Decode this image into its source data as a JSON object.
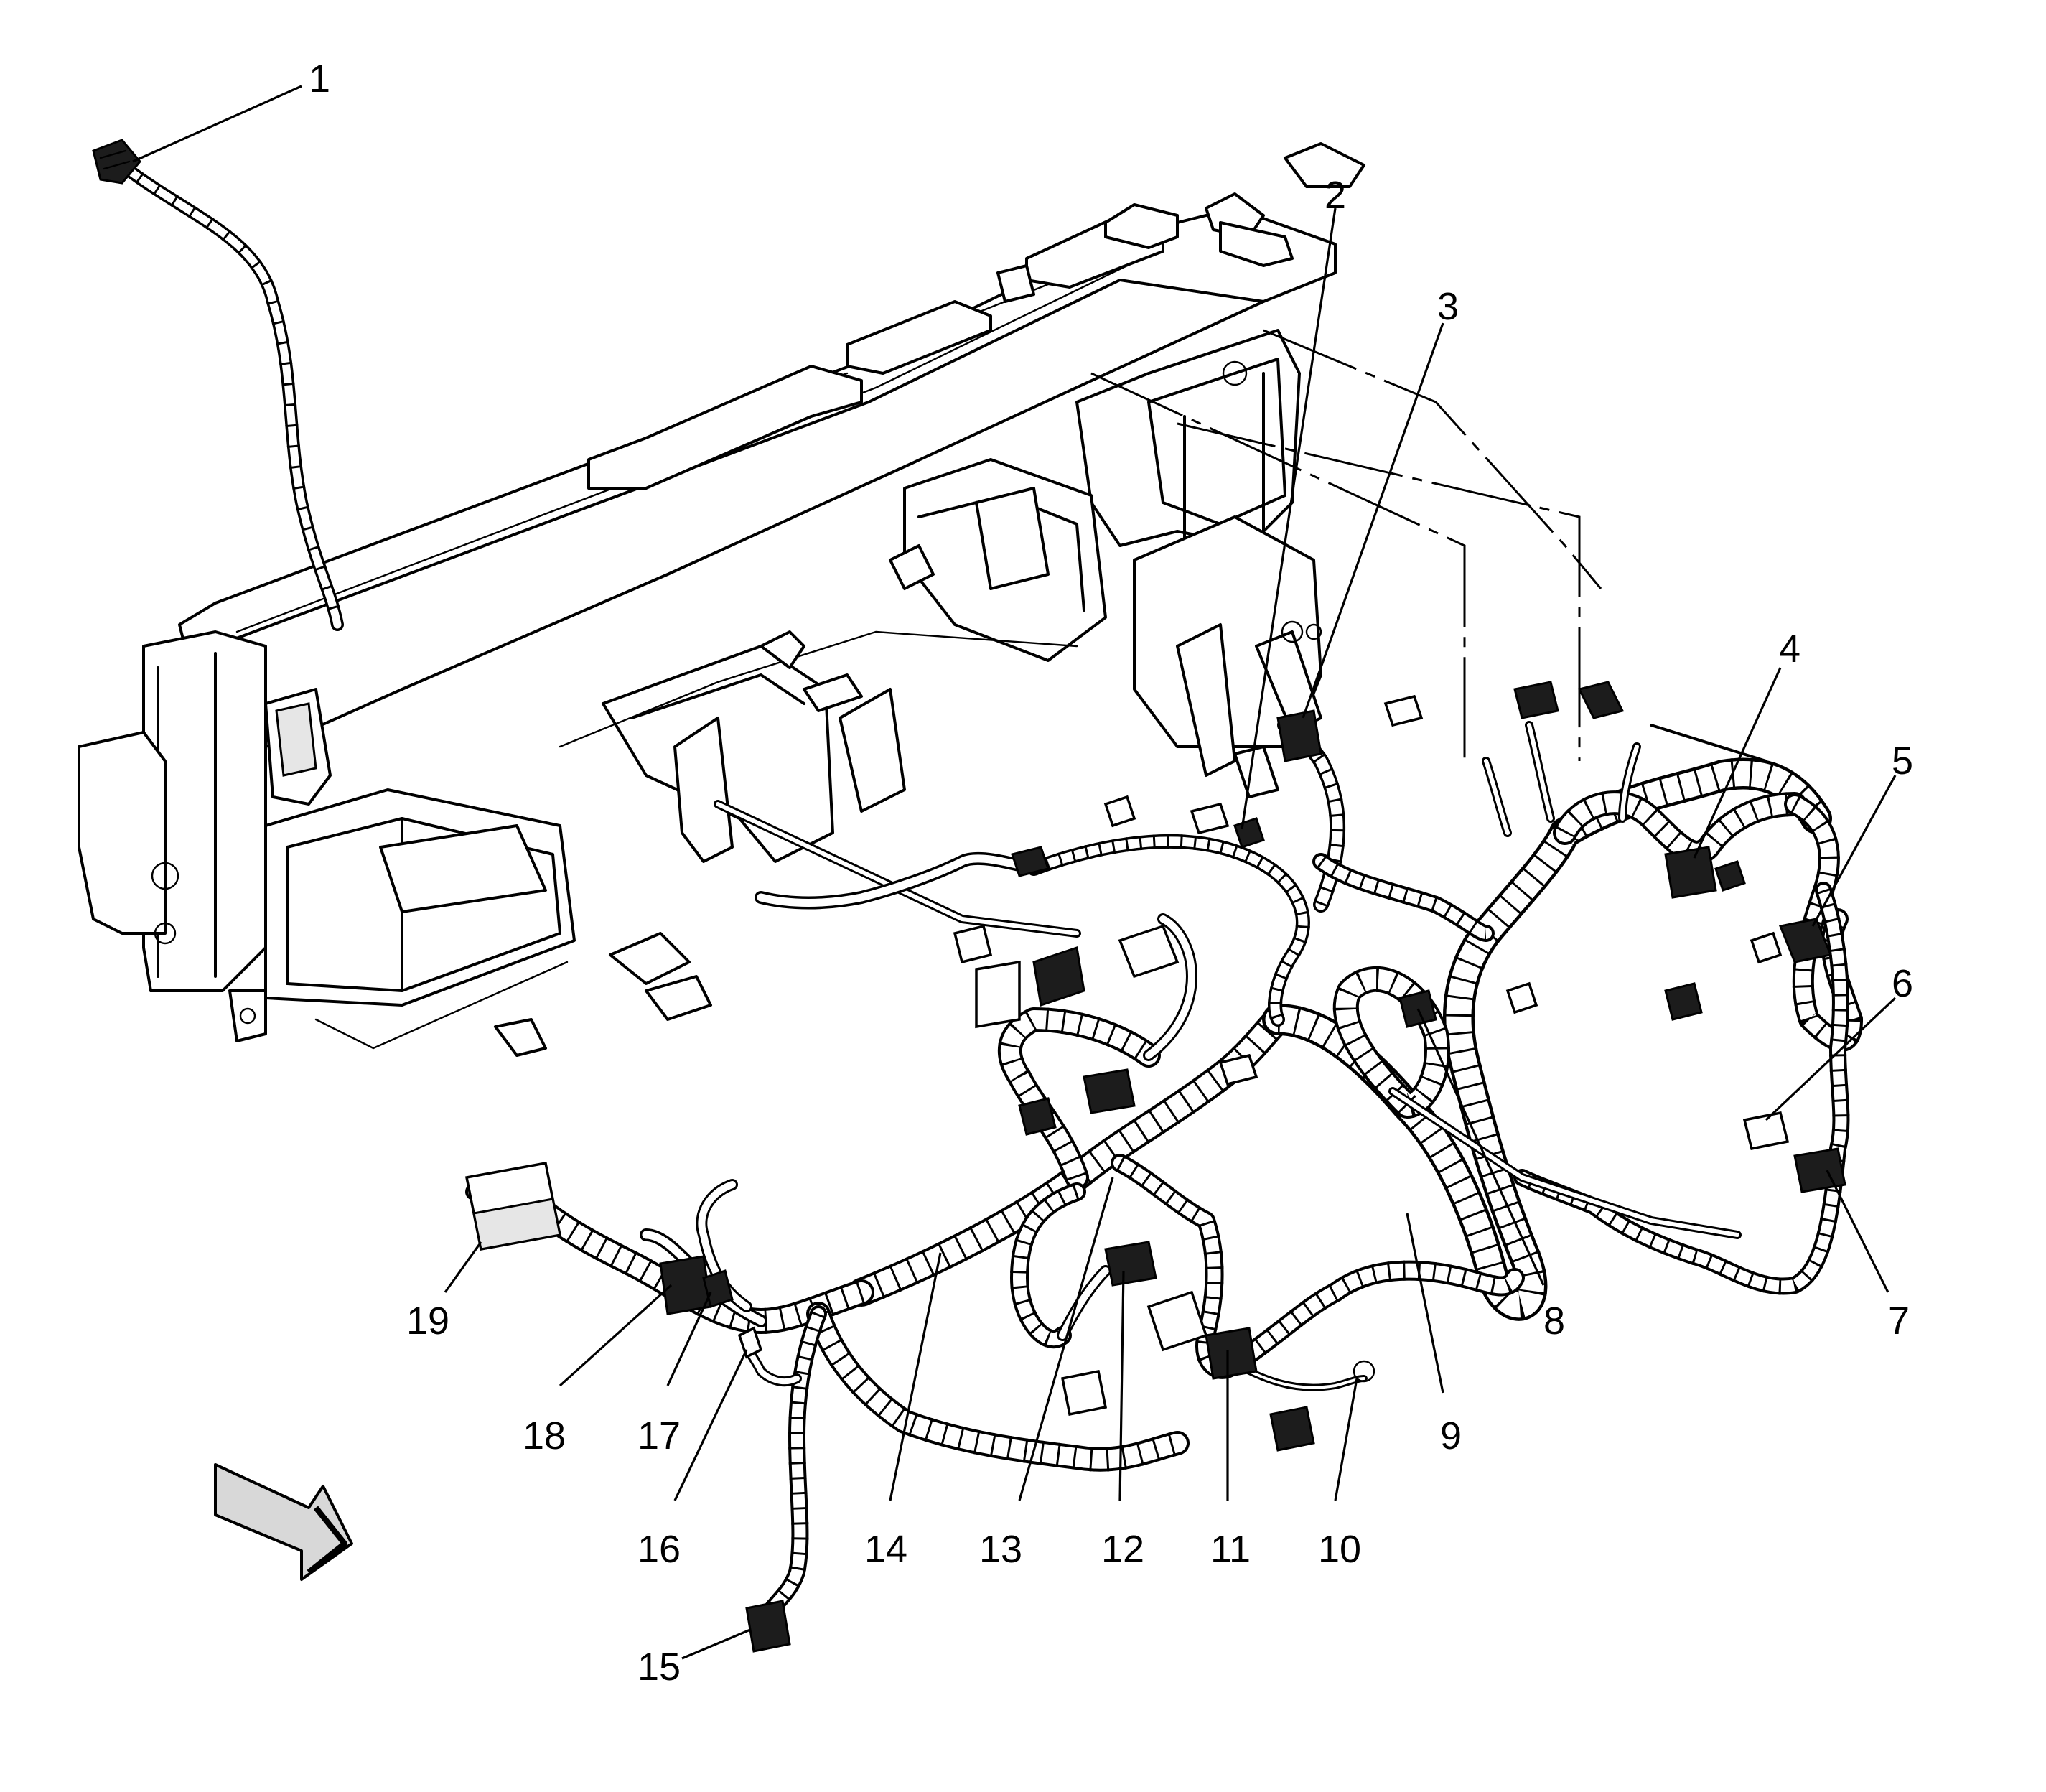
{
  "callouts": [
    {
      "id": "1",
      "label": "1"
    },
    {
      "id": "2",
      "label": "2"
    },
    {
      "id": "3",
      "label": "3"
    },
    {
      "id": "4",
      "label": "4"
    },
    {
      "id": "5",
      "label": "5"
    },
    {
      "id": "6",
      "label": "6"
    },
    {
      "id": "7",
      "label": "7"
    },
    {
      "id": "8",
      "label": "8"
    },
    {
      "id": "9",
      "label": "9"
    },
    {
      "id": "10",
      "label": "10"
    },
    {
      "id": "11",
      "label": "11"
    },
    {
      "id": "12",
      "label": "12"
    },
    {
      "id": "13",
      "label": "13"
    },
    {
      "id": "14",
      "label": "14"
    },
    {
      "id": "15",
      "label": "15"
    },
    {
      "id": "16",
      "label": "16"
    },
    {
      "id": "17",
      "label": "17"
    },
    {
      "id": "18",
      "label": "18"
    },
    {
      "id": "19",
      "label": "19"
    }
  ],
  "icons": {
    "view_direction": "front-view-arrow-icon"
  }
}
